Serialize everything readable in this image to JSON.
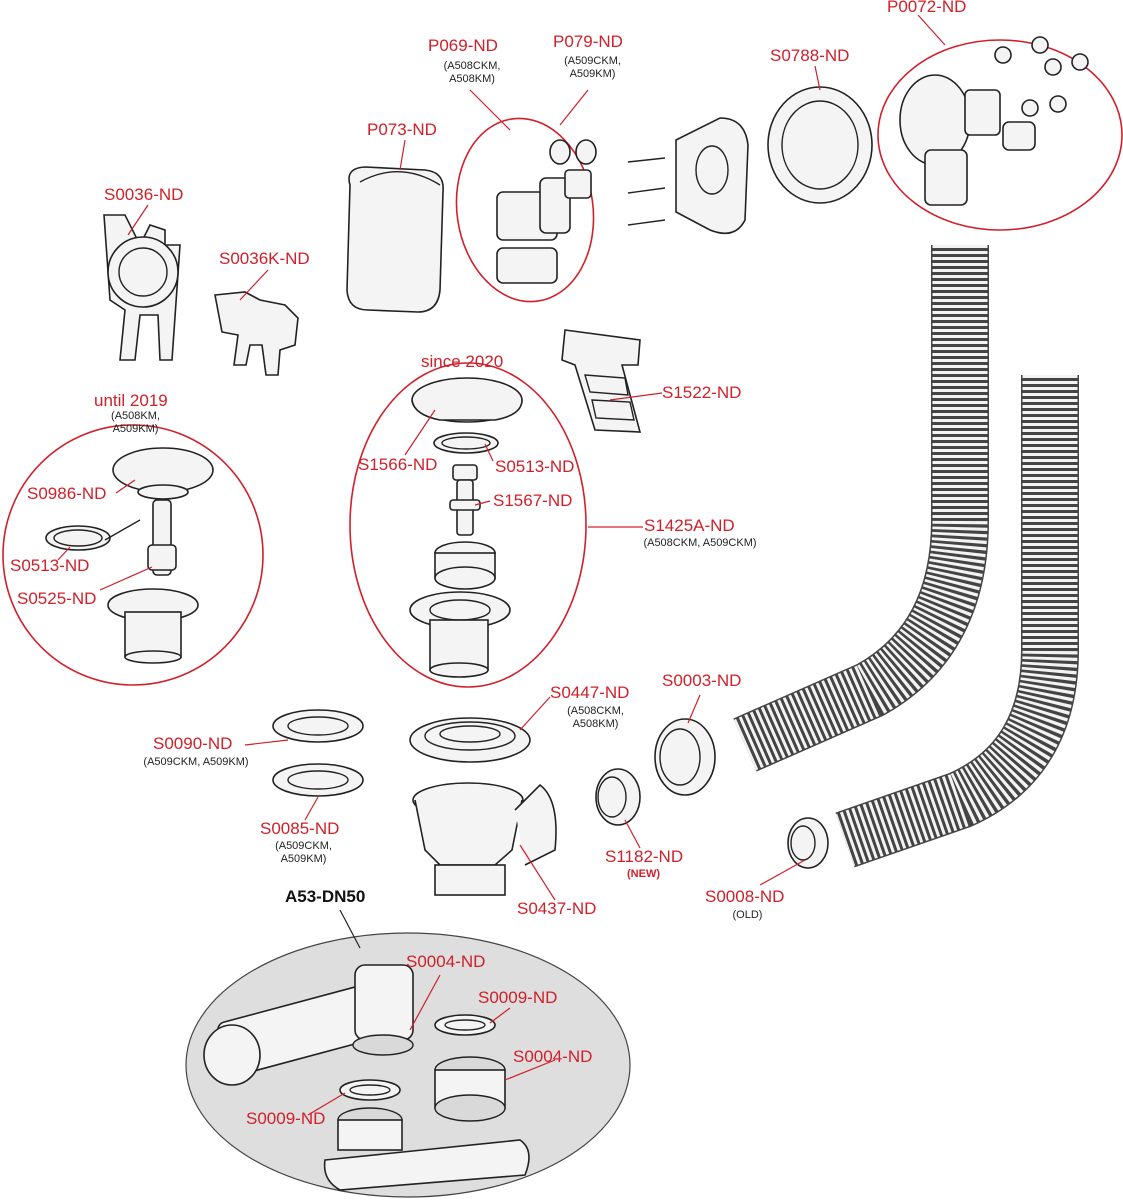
{
  "title": "A53-DN50",
  "colors": {
    "label": "#d0202a",
    "outline": "#222222",
    "trap_bg": "#dedede"
  },
  "labels": {
    "p0072": "P0072-ND",
    "p069": "P069-ND",
    "p069_note": "(A508CKM,\nA508KM)",
    "p079": "P079-ND",
    "p079_note": "(A509CKM,\nA509KM)",
    "s0788": "S0788-ND",
    "p073": "P073-ND",
    "s0036": "S0036-ND",
    "s0036k": "S0036K-ND",
    "since": "since 2020",
    "until": "until 2019",
    "until_note": "(A508KM,\nA509KM)",
    "s1522": "S1522-ND",
    "s1566": "S1566-ND",
    "s0513a": "S0513-ND",
    "s1567": "S1567-ND",
    "s1425a": "S1425A-ND",
    "s1425a_note": "(A508CKM, A509CKM)",
    "s0986": "S0986-ND",
    "s0513b": "S0513-ND",
    "s0525": "S0525-ND",
    "s0447": "S0447-ND",
    "s0447_note": "(A508CKM,\nA508KM)",
    "s0003": "S0003-ND",
    "s0090": "S0090-ND",
    "s0090_note": "(A509CKM, A509KM)",
    "s0085": "S0085-ND",
    "s0085_note": "(A509CKM,\nA509KM)",
    "s1182": "S1182-ND",
    "s1182_note": "(NEW)",
    "s0437": "S0437-ND",
    "s0008": "S0008-ND",
    "s0008_note": "(OLD)",
    "s0004a": "S0004-ND",
    "s0009a": "S0009-ND",
    "s0004b": "S0004-ND",
    "s0009b": "S0009-ND"
  }
}
